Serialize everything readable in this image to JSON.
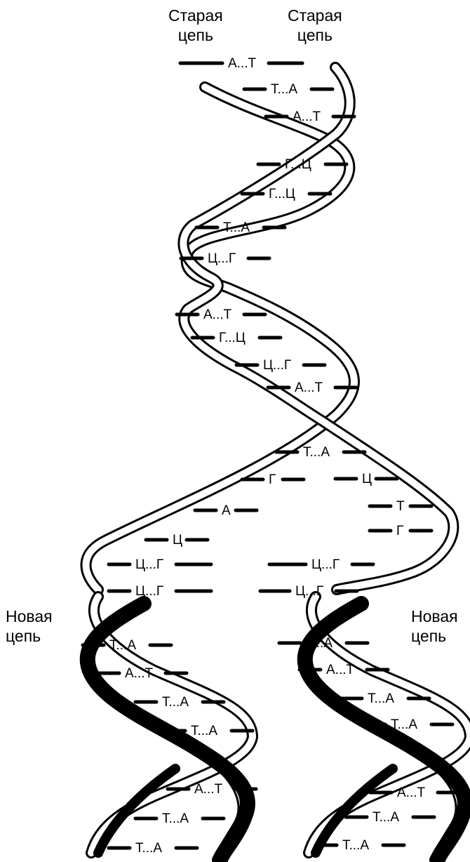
{
  "labels": {
    "old_left": [
      "Старая",
      "цепь"
    ],
    "old_right": [
      "Старая",
      "цепь"
    ],
    "new_left": [
      "Новая",
      "цепь"
    ],
    "new_right": [
      "Новая",
      "цепь"
    ]
  },
  "pairs": {
    "parent": [
      "А...Т",
      "Т...А",
      "А...Т",
      "Г...Ц",
      "Г...Ц",
      "Т...А",
      "Ц...Г",
      "А...Т",
      "Г...Ц",
      "Ц...Г",
      "А...Т",
      "Т...А"
    ],
    "fork_left": [
      "Г",
      "А",
      "Ц"
    ],
    "fork_right": [
      "Ц",
      "Т",
      "Г"
    ],
    "fork_pairs_left": [
      "Ц...Г",
      "Ц...Г"
    ],
    "fork_pairs_right": [
      "Ц...Г",
      "Ц...Г"
    ],
    "daughter_left": [
      "Т...А",
      "А...Т",
      "Т...А",
      "Т...А",
      "А...Т",
      "Т...А",
      "Т...А"
    ],
    "daughter_right": [
      "Т...А",
      "А...Т",
      "Т...А",
      "Т...А",
      "А...Т",
      "Т...А",
      "Т...А"
    ]
  }
}
